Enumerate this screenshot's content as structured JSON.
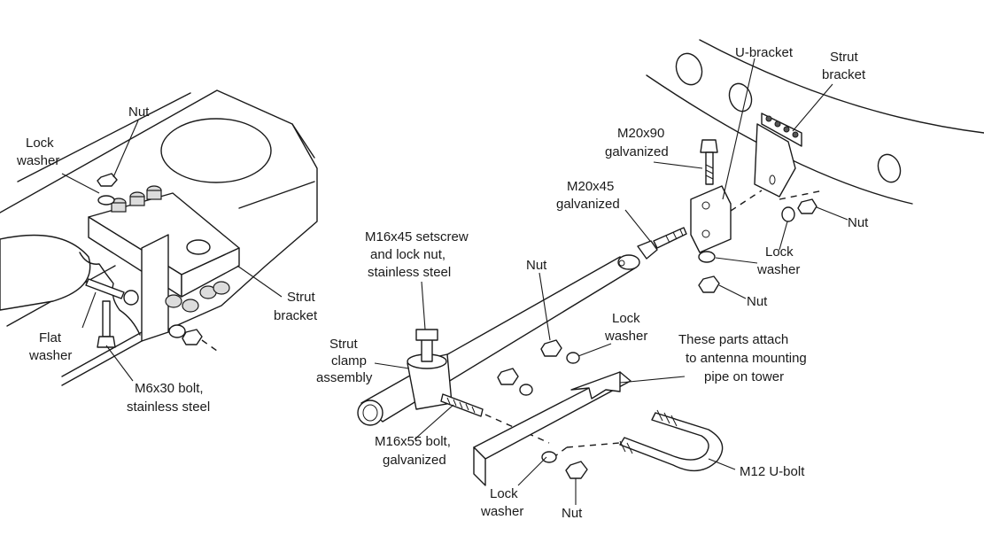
{
  "labels": {
    "nut_top_left": "Nut",
    "lock_washer_left": [
      "Lock",
      "washer"
    ],
    "flat_washer": [
      "Flat",
      "washer"
    ],
    "m6x30": [
      "M6x30 bolt,",
      "stainless steel"
    ],
    "strut_bracket_left": [
      "Strut",
      "bracket"
    ],
    "m16x45": [
      "M16x45 setscrew",
      "and lock nut,",
      "stainless steel"
    ],
    "strut_clamp": [
      "Strut",
      "clamp",
      "assembly"
    ],
    "m16x55": [
      "M16x55 bolt,",
      "galvanized"
    ],
    "nut_middle": "Nut",
    "lock_washer_middle": [
      "Lock",
      "washer"
    ],
    "parts_attach": [
      "These parts attach",
      "to antenna mounting",
      "pipe on tower"
    ],
    "m12_ubolt": "M12 U-bolt",
    "lock_washer_bottom": [
      "Lock",
      "washer"
    ],
    "nut_bottom": "Nut",
    "u_bracket": "U-bracket",
    "strut_bracket_right": [
      "Strut",
      "bracket"
    ],
    "m20x90": [
      "M20x90",
      "galvanized"
    ],
    "m20x45": [
      "M20x45",
      "galvanized"
    ],
    "nut_right_upper": "Nut",
    "lock_washer_right": [
      "Lock",
      "washer"
    ],
    "nut_right_lower": "Nut"
  }
}
